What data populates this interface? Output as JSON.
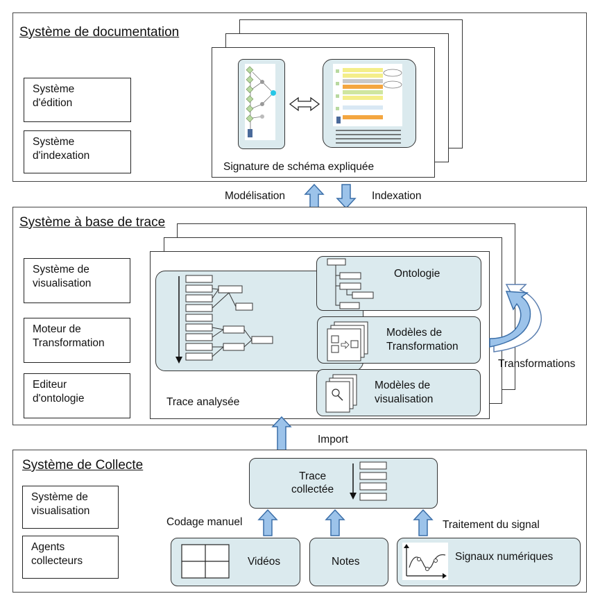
{
  "documentation": {
    "title": "Système de documentation",
    "modules": [
      "Système\nd'édition",
      "Système\nd'indexation"
    ],
    "caption": "Signature de schéma expliquée"
  },
  "arrows_top": {
    "up": "Modélisation",
    "down": "Indexation"
  },
  "trace": {
    "title": "Système à base de trace",
    "modules": [
      "Système de\nvisualisation",
      "Moteur de\nTransformation",
      "Editeur\nd'ontologie"
    ],
    "analysed": "Trace analysée",
    "ontology": "Ontologie",
    "transform_models": "Modèles de\nTransformation",
    "visu_models": "Modèles de\nvisualisation",
    "transformations": "Transformations"
  },
  "import_label": "Import",
  "collect": {
    "title": "Système de Collecte",
    "modules": [
      "Système de\nvisualisation",
      "Agents\ncollecteurs"
    ],
    "collected": "Trace\ncollectée",
    "manual": "Codage manuel",
    "signal": "Traitement du signal",
    "sources": [
      "Vidéos",
      "Notes",
      "Signaux numériques"
    ]
  },
  "colors": {
    "fill": "#dbeaee",
    "arrow": "#9cc3ea",
    "arrow_stroke": "#3a6ea8"
  }
}
